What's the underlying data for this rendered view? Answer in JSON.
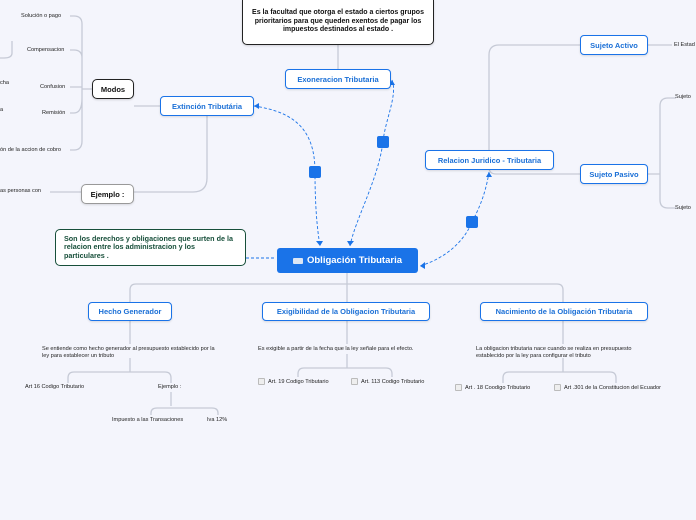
{
  "central": {
    "label": "Obligación Tributaria"
  },
  "definition": {
    "text": "Son los derechos y obligaciones que surten de la relacion entre los administracion y los particulares ."
  },
  "exoneracion": {
    "label": "Exoneracion Tributaria",
    "description": "Es la facultad que otorga el estado a ciertos grupos prioritarios para que queden exentos de pagar los impuestos destinados al estado ."
  },
  "extincion": {
    "label": "Extinción Tributária",
    "modos_label": "Modos",
    "modos_items": [
      "Solución  o pago",
      "Compensacion",
      "Confusion",
      "Remisión",
      "ón de la accion de cobro"
    ],
    "clipped_fragments": [
      "cha",
      "a"
    ],
    "ejemplo_label": "Ejemplo :",
    "ejemplo_text": "as personas con"
  },
  "relacion": {
    "label": "Relacion Juridico - Tributaria",
    "activo": {
      "label": "Sujeto Activo",
      "child": "El Estad"
    },
    "pasivo": {
      "label": "Sujeto Pasivo",
      "children": [
        "Sujeto",
        "Sujeto"
      ]
    }
  },
  "hecho": {
    "label": "Hecho Generador",
    "description": "Se entiende como hecho generador al presupuesto establecido por la ley para establecer un tributo",
    "article": "Art 16 Codigo Tributario",
    "ejemplo_label": "Ejemplo :",
    "ejemplos": [
      "Impuesto a las Transaciones",
      "Iva 12%"
    ]
  },
  "exigibilidad": {
    "label": "Exigibilidad de la Obligacion Tributaria",
    "description": "Es exigible a partir de la fecha que la ley señale para el efecto.",
    "articles": [
      "Art. 19 Codigo Tributario",
      "Art. 113 Codigo Tributario"
    ]
  },
  "nacimiento": {
    "label": "Nacimiento de la Obligación Tributaria",
    "description": "La obligacion tributaria nace cuando se realiza en presupuesto establecido por la ley para configurar el tributo",
    "articles": [
      "Art . 18 Coodigo Tributario",
      "Art .301 de la Constitucion del Ecuador"
    ]
  },
  "colors": {
    "accent": "#1a73e8",
    "definition_border": "#174f3a",
    "connector": "#c6cad6"
  }
}
